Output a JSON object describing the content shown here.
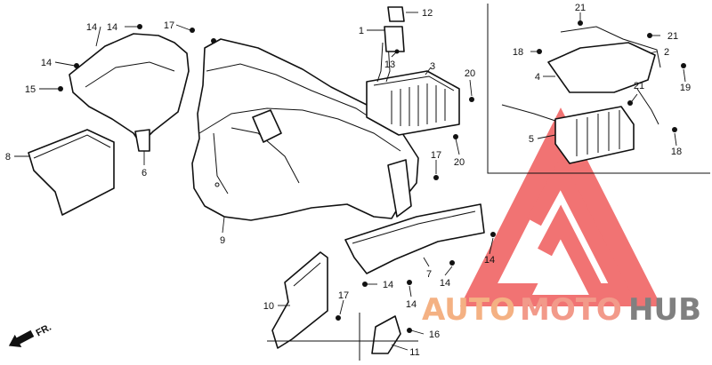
{
  "diagram": {
    "callouts": [
      "1",
      "2",
      "3",
      "4",
      "5",
      "6",
      "7",
      "8",
      "9",
      "10",
      "11",
      "12",
      "13",
      "14",
      "15",
      "16",
      "17",
      "18",
      "19",
      "20",
      "21"
    ],
    "front_arrow_label": "FR."
  },
  "watermark": {
    "text_auto": "AUTO",
    "text_moto": "MOTO",
    "text_hub": "HUB",
    "colors": {
      "auto": "#f4b183",
      "moto": "#f29a8a",
      "hub": "#808080",
      "logo": "#ef5b5b"
    }
  }
}
